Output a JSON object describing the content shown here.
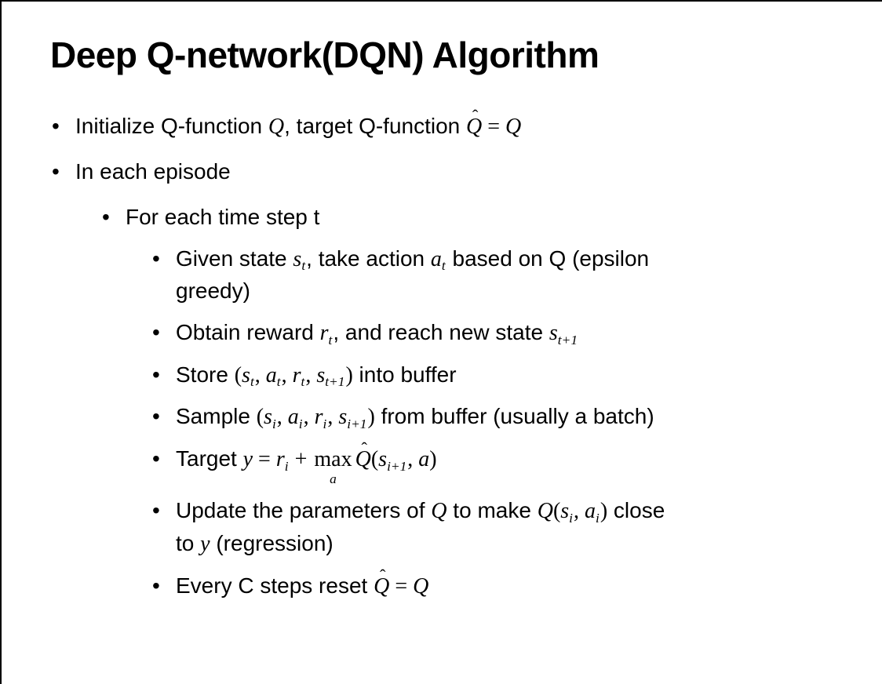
{
  "slide": {
    "title": "Deep Q-network(DQN) Algorithm",
    "bullet_char": "•",
    "hat_char": "ˆ",
    "text_color": "#000000",
    "background_color": "#ffffff",
    "bullets": [
      {
        "level": 1,
        "segments": [
          {
            "k": "t",
            "v": "Initialize Q-function "
          },
          {
            "k": "m",
            "v": "Q"
          },
          {
            "k": "t",
            "v": ", target Q-function "
          },
          {
            "k": "hat",
            "v": "Q"
          },
          {
            "k": "mr",
            "v": " = "
          },
          {
            "k": "m",
            "v": "Q"
          }
        ]
      },
      {
        "level": 1,
        "segments": [
          {
            "k": "t",
            "v": "In each episode"
          }
        ]
      },
      {
        "level": 2,
        "segments": [
          {
            "k": "t",
            "v": "For each time step t"
          }
        ]
      },
      {
        "level": 3,
        "segments": [
          {
            "k": "t",
            "v": "Given state "
          },
          {
            "k": "m",
            "v": "s"
          },
          {
            "k": "sub",
            "v": "t"
          },
          {
            "k": "t",
            "v": ", take action "
          },
          {
            "k": "m",
            "v": "a"
          },
          {
            "k": "sub",
            "v": "t"
          },
          {
            "k": "t",
            "v": " based on Q (epsilon"
          },
          {
            "k": "br"
          },
          {
            "k": "t",
            "v": "greedy)"
          }
        ]
      },
      {
        "level": 3,
        "segments": [
          {
            "k": "t",
            "v": "Obtain reward "
          },
          {
            "k": "m",
            "v": "r"
          },
          {
            "k": "sub",
            "v": "t"
          },
          {
            "k": "t",
            "v": ", and reach new state "
          },
          {
            "k": "m",
            "v": "s"
          },
          {
            "k": "sub",
            "v": "t+1"
          }
        ]
      },
      {
        "level": 3,
        "segments": [
          {
            "k": "t",
            "v": "Store "
          },
          {
            "k": "mr",
            "v": "("
          },
          {
            "k": "m",
            "v": "s"
          },
          {
            "k": "sub",
            "v": "t"
          },
          {
            "k": "mr",
            "v": ", "
          },
          {
            "k": "m",
            "v": "a"
          },
          {
            "k": "sub",
            "v": "t"
          },
          {
            "k": "mr",
            "v": ", "
          },
          {
            "k": "m",
            "v": "r"
          },
          {
            "k": "sub",
            "v": "t"
          },
          {
            "k": "mr",
            "v": ", "
          },
          {
            "k": "m",
            "v": "s"
          },
          {
            "k": "sub",
            "v": "t+1"
          },
          {
            "k": "mr",
            "v": ")"
          },
          {
            "k": "t",
            "v": " into buffer"
          }
        ]
      },
      {
        "level": 3,
        "segments": [
          {
            "k": "t",
            "v": "Sample "
          },
          {
            "k": "mr",
            "v": "("
          },
          {
            "k": "m",
            "v": "s"
          },
          {
            "k": "sub",
            "v": "i"
          },
          {
            "k": "mr",
            "v": ", "
          },
          {
            "k": "m",
            "v": "a"
          },
          {
            "k": "sub",
            "v": "i"
          },
          {
            "k": "mr",
            "v": ", "
          },
          {
            "k": "m",
            "v": "r"
          },
          {
            "k": "sub",
            "v": "i"
          },
          {
            "k": "mr",
            "v": ", "
          },
          {
            "k": "m",
            "v": "s"
          },
          {
            "k": "sub",
            "v": "i+1"
          },
          {
            "k": "mr",
            "v": ")"
          },
          {
            "k": "t",
            "v": " from buffer (usually a batch)"
          }
        ]
      },
      {
        "level": 3,
        "segments": [
          {
            "k": "t",
            "v": "Target "
          },
          {
            "k": "m",
            "v": "y"
          },
          {
            "k": "mr",
            "v": " = "
          },
          {
            "k": "m",
            "v": "r"
          },
          {
            "k": "sub",
            "v": "i"
          },
          {
            "k": "mr",
            "v": " + "
          },
          {
            "k": "under",
            "v": "max",
            "u": "a"
          },
          {
            "k": "hat",
            "v": "Q"
          },
          {
            "k": "mr",
            "v": "("
          },
          {
            "k": "m",
            "v": "s"
          },
          {
            "k": "sub",
            "v": "i+1"
          },
          {
            "k": "mr",
            "v": ", "
          },
          {
            "k": "m",
            "v": "a"
          },
          {
            "k": "mr",
            "v": ")"
          }
        ]
      },
      {
        "level": 3,
        "segments": [
          {
            "k": "t",
            "v": "Update the parameters of "
          },
          {
            "k": "m",
            "v": "Q"
          },
          {
            "k": "t",
            "v": " to make "
          },
          {
            "k": "m",
            "v": "Q"
          },
          {
            "k": "mr",
            "v": "("
          },
          {
            "k": "m",
            "v": "s"
          },
          {
            "k": "sub",
            "v": "i"
          },
          {
            "k": "mr",
            "v": ", "
          },
          {
            "k": "m",
            "v": "a"
          },
          {
            "k": "sub",
            "v": "i"
          },
          {
            "k": "mr",
            "v": ")"
          },
          {
            "k": "t",
            "v": " close"
          },
          {
            "k": "br"
          },
          {
            "k": "t",
            "v": "to "
          },
          {
            "k": "m",
            "v": "y"
          },
          {
            "k": "t",
            "v": " (regression)"
          }
        ]
      },
      {
        "level": 3,
        "segments": [
          {
            "k": "t",
            "v": "Every C steps reset "
          },
          {
            "k": "hat",
            "v": "Q"
          },
          {
            "k": "mr",
            "v": " = "
          },
          {
            "k": "m",
            "v": "Q"
          }
        ]
      }
    ]
  }
}
